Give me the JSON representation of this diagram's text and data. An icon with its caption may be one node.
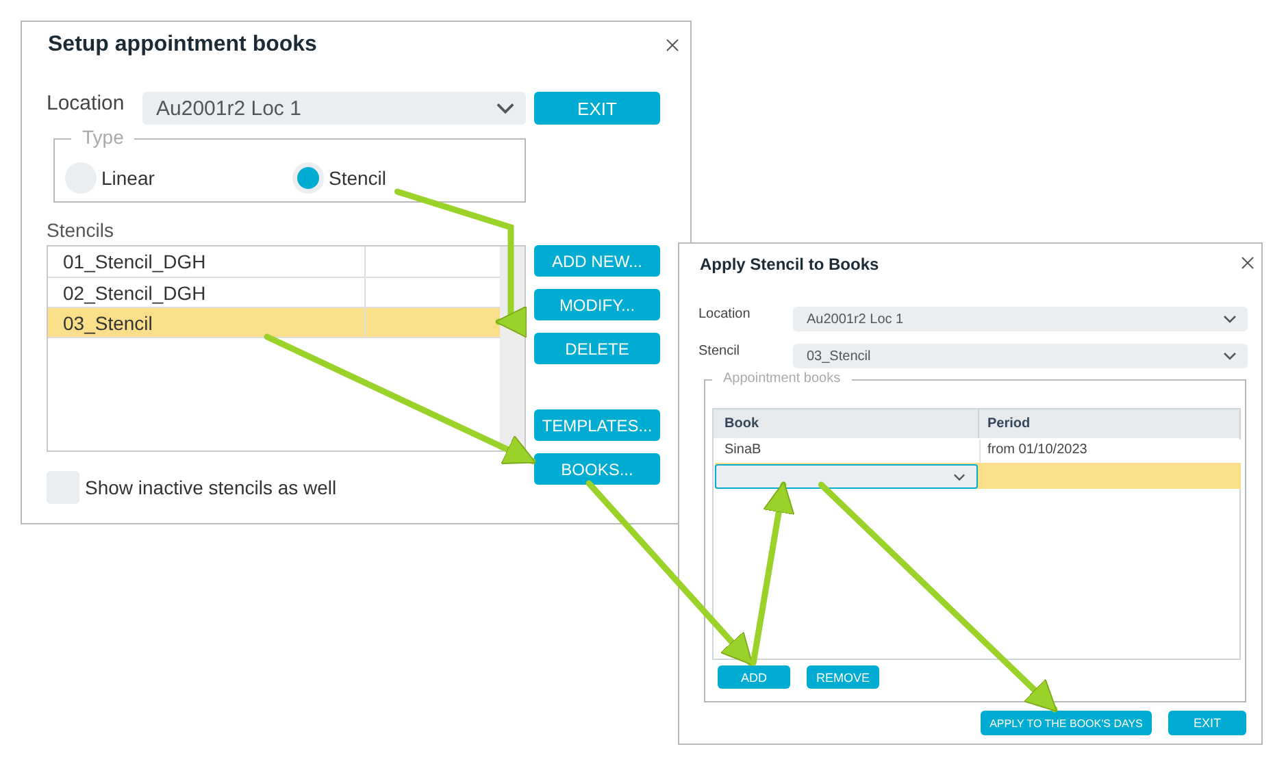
{
  "diagram": {
    "nodes": [
      {
        "text": [
          "Setup appointment books"
        ]
      },
      {
        "text": [
          "Au2001r2 Loc 1"
        ],
        "in": 0,
        "beside": [
          "Location"
        ]
      },
      {
        "text": [
          "EXIT"
        ],
        "in": 0
      },
      {
        "text": [
          "Type"
        ],
        "in": 0
      },
      {
        "text": [
          "Linear"
        ],
        "in": 3
      },
      {
        "text": [
          "Stencil"
        ],
        "in": 3
      },
      {
        "text": [
          "Stencils"
        ],
        "in": 0
      },
      {
        "text": [
          "01_Stencil_DGH"
        ],
        "in": 6
      },
      {
        "text": [
          "02_Stencil_DGH"
        ],
        "in": 6
      },
      {
        "text": [
          "03_Stencil"
        ],
        "in": 6
      },
      {
        "text": [
          "ADD NEW..."
        ],
        "in": 0
      },
      {
        "text": [
          "MODIFY..."
        ],
        "in": 0
      },
      {
        "text": [
          "DELETE"
        ],
        "in": 0
      },
      {
        "text": [
          "TEMPLATES..."
        ],
        "in": 0
      },
      {
        "text": [
          "BOOKS..."
        ],
        "in": 0
      },
      {
        "text": [
          "Show inactive stencils as well"
        ],
        "in": 0
      },
      {
        "text": [
          "Apply Stencil to Books"
        ]
      },
      {
        "text": [
          "Au2001r2 Loc 1"
        ],
        "in": 16,
        "beside": [
          "Location"
        ]
      },
      {
        "text": [
          "03_Stencil"
        ],
        "in": 16,
        "beside": [
          "Stencil"
        ]
      },
      {
        "text": [
          "Appointment books"
        ],
        "in": 16
      },
      {
        "text": [],
        "shape": "box",
        "in": 19
      },
      {
        "text": [
          "SinaB",
          "from 01/10/2023"
        ],
        "in": 20
      },
      {
        "text": [],
        "shape": "bar",
        "in": 20
      },
      {
        "text": [
          "ADD"
        ],
        "in": 19
      },
      {
        "text": [
          "REMOVE"
        ],
        "in": 19
      },
      {
        "text": [
          "APPLY TO THE BOOK'S DAYS"
        ],
        "in": 16
      },
      {
        "text": [
          "EXIT"
        ],
        "in": 16
      }
    ],
    "edges": [
      {
        "from": 5,
        "to": 9,
        "arrow": "to"
      },
      {
        "from": 9,
        "to": 14,
        "arrow": "to"
      },
      {
        "from": 14,
        "to": 23,
        "arrow": "to"
      },
      {
        "from": 23,
        "to": 22,
        "arrow": "to"
      },
      {
        "from": 22,
        "to": 25,
        "arrow": "to"
      }
    ],
    "labels": [
      "Book",
      "Period"
    ]
  }
}
